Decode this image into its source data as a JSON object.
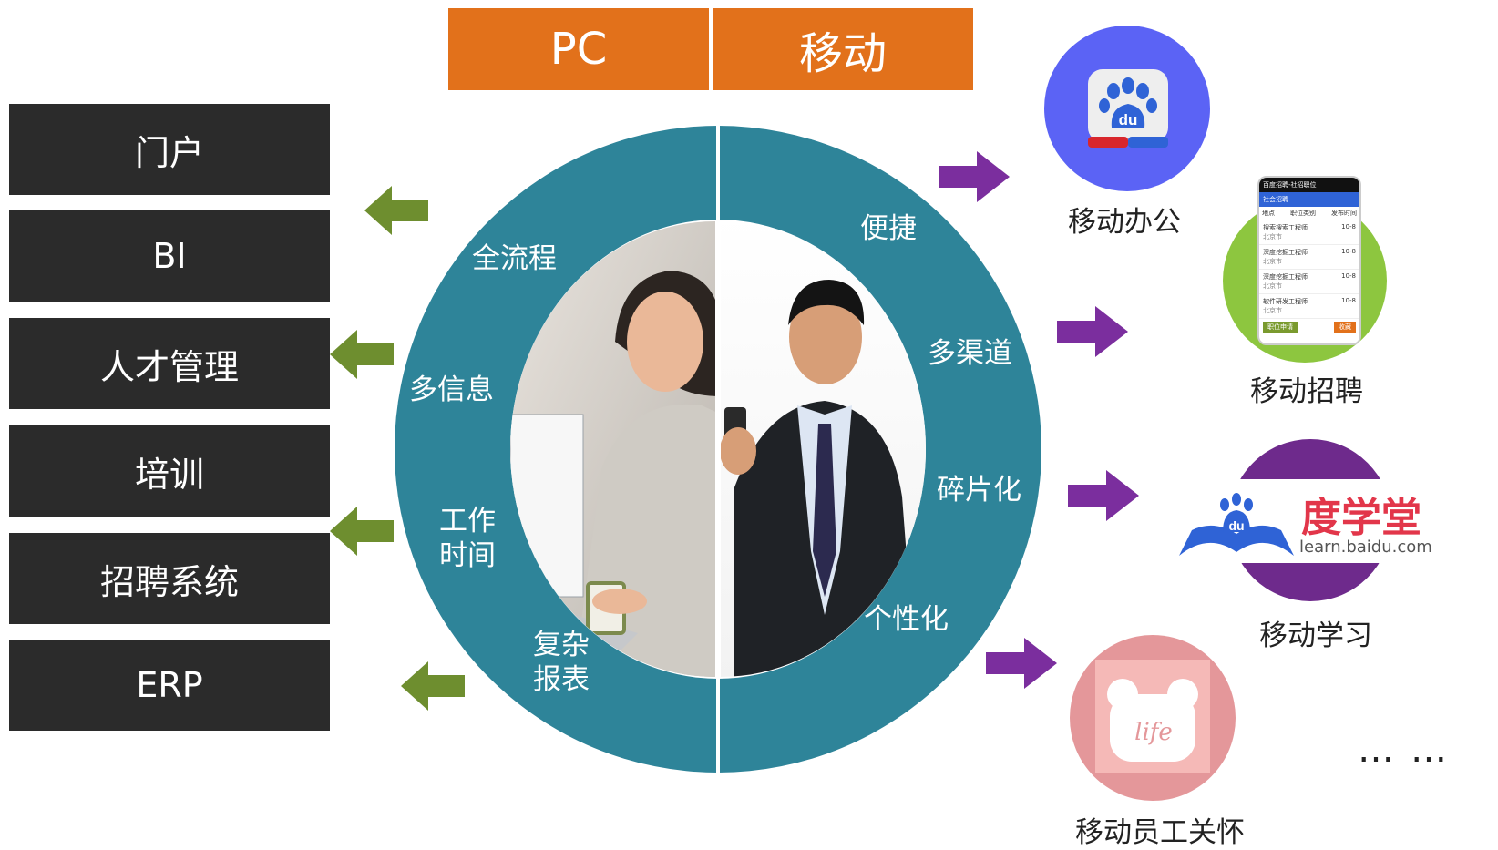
{
  "header": {
    "pc": "PC",
    "mobile": "移动"
  },
  "systems": [
    "门户",
    "BI",
    "人才管理",
    "培训",
    "招聘系统",
    "ERP"
  ],
  "ring": {
    "left_labels": [
      "全流程",
      "多信息",
      "工作",
      "时间",
      "复杂",
      "报表"
    ],
    "right_labels": [
      "便捷",
      "多渠道",
      "碎片化",
      "个性化"
    ]
  },
  "apps": {
    "office": {
      "label": "移动办公",
      "icon_text": "du"
    },
    "recruit": {
      "label": "移动招聘",
      "screen_title": "百度招聘-社招职位",
      "screen_search": "社会招聘",
      "screen_filters": [
        "地点",
        "职位类别",
        "发布时间"
      ],
      "screen_rows": [
        {
          "title": "搜索搜索工程师",
          "city": "北京市",
          "date": "10-8"
        },
        {
          "title": "深度挖掘工程师",
          "city": "北京市",
          "date": "10-8"
        },
        {
          "title": "深度挖掘工程师",
          "city": "北京市",
          "date": "10-8"
        },
        {
          "title": "软件研发工程师",
          "city": "北京市",
          "date": "10-8"
        }
      ],
      "screen_btn_apply": "职位申请",
      "screen_btn_fav": "收藏"
    },
    "learning": {
      "label": "移动学习",
      "logo_text": "度学堂",
      "logo_url": "learn.baidu.com",
      "icon_text": "du"
    },
    "care": {
      "label": "移动员工关怀",
      "icon_text": "life"
    }
  },
  "ellipsis": "……",
  "colors": {
    "header": "#E2711B",
    "ring": "#2E8499",
    "box": "#2b2b2b",
    "green_arrow": "#6E8E2F",
    "purple_arrow": "#7B2E9E",
    "office_bg": "#5B63F5",
    "recruit_bg": "#8DC63F",
    "learning_bg": "#6E2A8C",
    "care_bg": "#E4979A"
  }
}
